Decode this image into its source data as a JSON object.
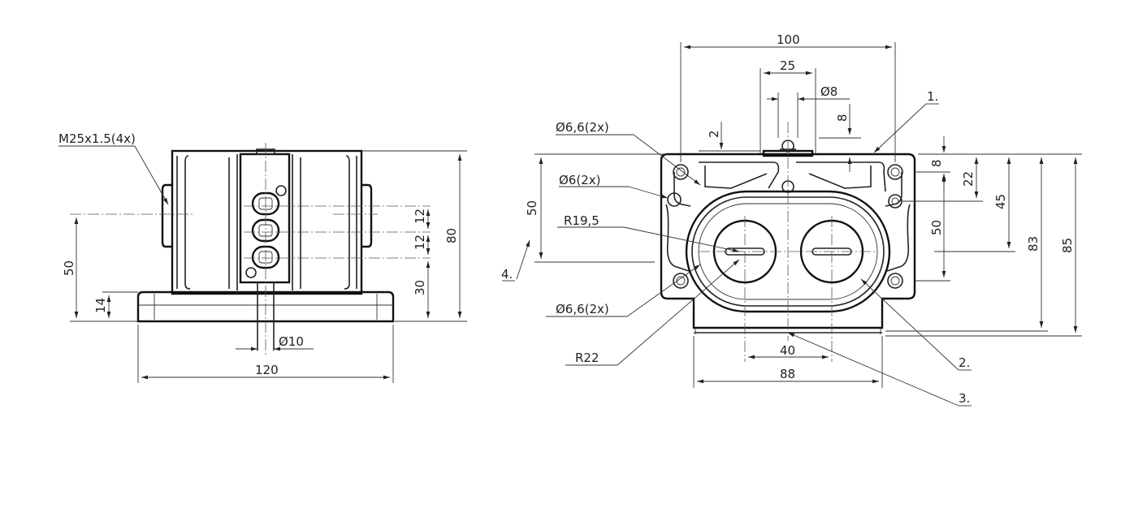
{
  "left_view": {
    "thread_callout": "M25x1.5(4x)",
    "dim_width": "120",
    "dim_height": "80",
    "dim_center_height": "50",
    "dim_base_height": "14",
    "dim_spacing_top": "12",
    "dim_spacing_bottom": "12",
    "dim_lower": "30",
    "dim_shaft": "Ø10"
  },
  "right_view": {
    "dim_overall_width": "100",
    "dim_slot_width": "25",
    "dim_pin_diameter": "Ø8",
    "dim_pin_height": "8",
    "dim_gap": "2",
    "dim_left_height": "50",
    "hole_callout_top": "Ø6,6(2x)",
    "hole_callout_mid": "Ø6(2x)",
    "hole_callout_bottom": "Ø6,6(2x)",
    "radius_inner": "R19,5",
    "radius_outer": "R22",
    "dim_top_offset": "8",
    "dim_top_22": "22",
    "dim_45": "45",
    "dim_50_right": "50",
    "dim_83": "83",
    "dim_85": "85",
    "dim_bore_spacing": "40",
    "dim_base_width": "88",
    "item_1": "1.",
    "item_2": "2.",
    "item_3": "3.",
    "item_4": "4."
  }
}
